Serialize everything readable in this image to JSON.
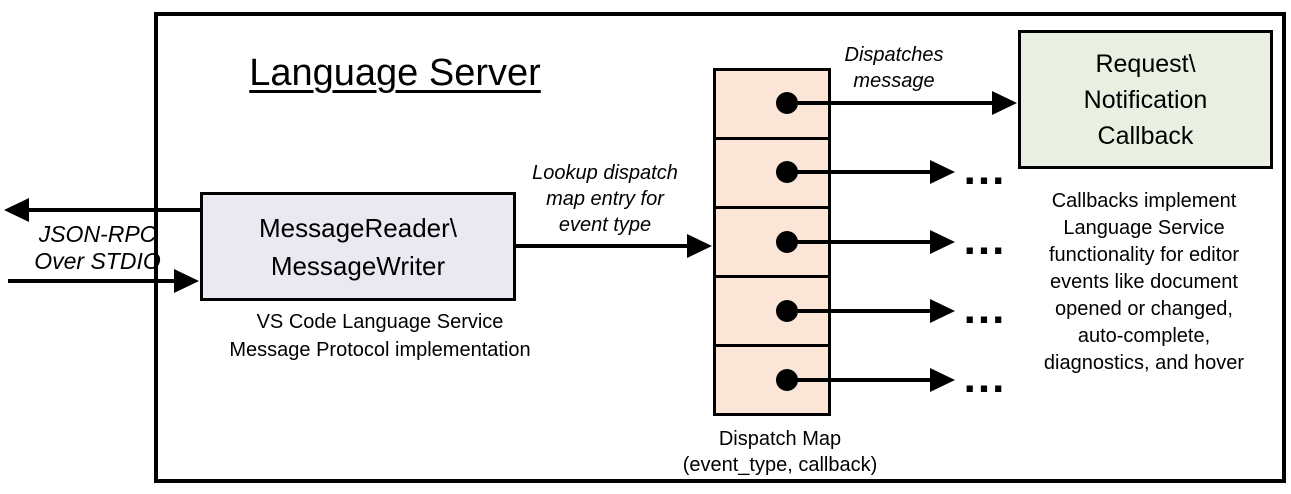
{
  "diagram": {
    "title": "Language Server",
    "io_label": "JSON-RPC\nOver STDIO",
    "reader_box": "MessageReader\\\nMessageWriter",
    "reader_caption": "VS Code Language Service\nMessage Protocol implementation",
    "lookup_label": "Lookup dispatch\nmap entry for\nevent type",
    "dispatch_label": "Dispatches\nmessage",
    "callback_box": "Request\\\nNotification\nCallback",
    "callbacks_note": "Callbacks implement\nLanguage Service\nfunctionality for editor\nevents like document\nopened or changed,\nauto-complete,\ndiagnostics, and hover",
    "map_caption": "Dispatch Map\n(event_type, callback)",
    "ellipsis": "...",
    "map_rows": 5,
    "colors": {
      "stroke": "#000000",
      "reader_fill": "#EAE8F1",
      "map_fill": "#FBE5D6",
      "callback_fill": "#E9F0E1"
    }
  }
}
